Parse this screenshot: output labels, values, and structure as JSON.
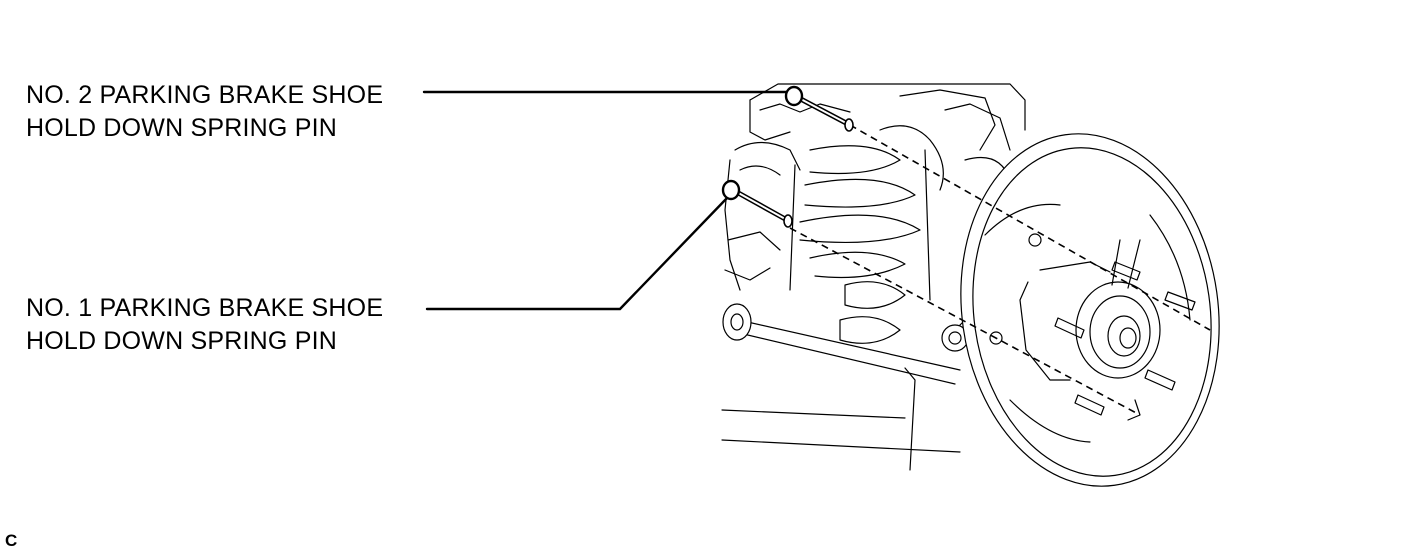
{
  "callouts": [
    {
      "id": "no2",
      "line1": "NO. 2 PARKING BRAKE SHOE",
      "line2": "HOLD DOWN SPRING PIN"
    },
    {
      "id": "no1",
      "line1": "NO. 1 PARKING BRAKE SHOE",
      "line2": "HOLD DOWN SPRING PIN"
    }
  ],
  "figure_code": "C",
  "colors": {
    "ink": "#000000",
    "background": "#ffffff"
  }
}
